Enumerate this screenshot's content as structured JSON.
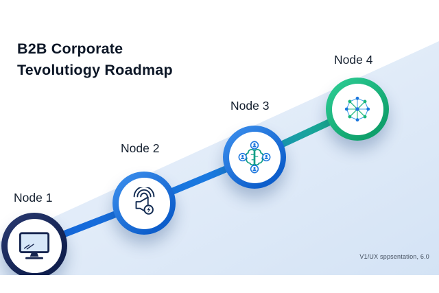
{
  "title": {
    "line1": "B2B Corporate",
    "line2": "Tevolutiogy Roadmap"
  },
  "nodes": [
    {
      "label": "Node 1",
      "icon": "desktop-monitor-icon",
      "ring_color": "#15244e"
    },
    {
      "label": "Node 2",
      "icon": "megaphone-broadcast-icon",
      "ring_color": "#1472dd"
    },
    {
      "label": "Node 3",
      "icon": "brain-users-network-icon",
      "ring_color": "#1472dd"
    },
    {
      "label": "Node 4",
      "icon": "network-graph-icon",
      "ring_color": "#17b77e"
    }
  ],
  "footer": {
    "caption": "V1/UX sppsentation, 6.0"
  },
  "colors": {
    "connector_start": "#1565d8",
    "connector_mid": "#1a7ae0",
    "connector_end": "#19b979",
    "background_tint_light": "#eaf2fb",
    "background_tint_dark": "#d4e3f5",
    "title_text": "#0c1626"
  }
}
